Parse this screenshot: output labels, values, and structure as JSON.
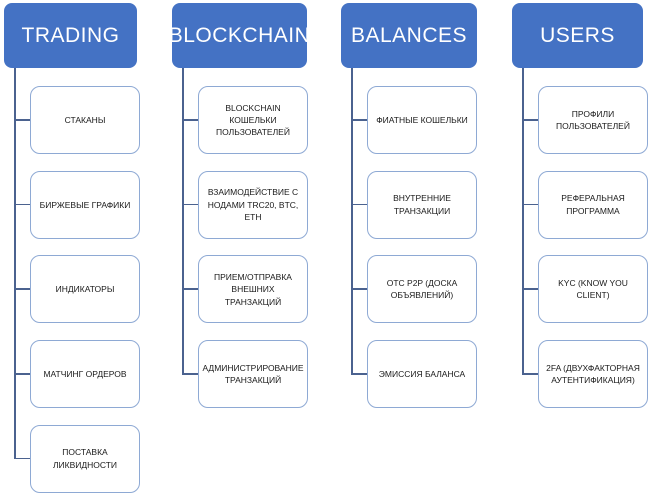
{
  "diagram": {
    "columns": [
      {
        "title": "TRADING",
        "items": [
          "СТАКАНЫ",
          "БИРЖЕВЫЕ ГРАФИКИ",
          "ИНДИКАТОРЫ",
          "МАТЧИНГ ОРДЕРОВ",
          "ПОСТАВКА ЛИКВИДНОСТИ"
        ]
      },
      {
        "title": "BLOCKCHAIN",
        "items": [
          "BLOCKCHAIN КОШЕЛЬКИ ПОЛЬЗОВАТЕЛЕЙ",
          "ВЗАИМОДЕЙСТВИЕ С НОДАМИ TRC20, BTC, ETH",
          "ПРИЕМ/ОТПРАВКА ВНЕШНИХ ТРАНЗАКЦИЙ",
          "АДМИНИСТРИРОВАНИЕ ТРАНЗАКЦИЙ"
        ]
      },
      {
        "title": "BALANCES",
        "items": [
          "ФИАТНЫЕ КОШЕЛЬКИ",
          "ВНУТРЕННИЕ ТРАНЗАКЦИИ",
          "ОТС P2P (ДОСКА ОБЪЯВЛЕНИЙ)",
          "ЭМИССИЯ БАЛАНСА"
        ]
      },
      {
        "title": "USERS",
        "items": [
          "ПРОФИЛИ ПОЛЬЗОВАТЕЛЕЙ",
          "РЕФЕРАЛЬНАЯ ПРОГРАММА",
          "KYC (KNOW YOU CLIENT)",
          "2FA (ДВУХФАКТОРНАЯ АУТЕНТИФИКАЦИЯ)"
        ]
      }
    ],
    "colors": {
      "header_fill": "#4472C4",
      "header_text": "#FFFFFF",
      "child_fill": "#FFFFFF",
      "child_border": "#8EA9D4",
      "child_text": "#1A1A1A",
      "connector": "#4B628F"
    }
  }
}
